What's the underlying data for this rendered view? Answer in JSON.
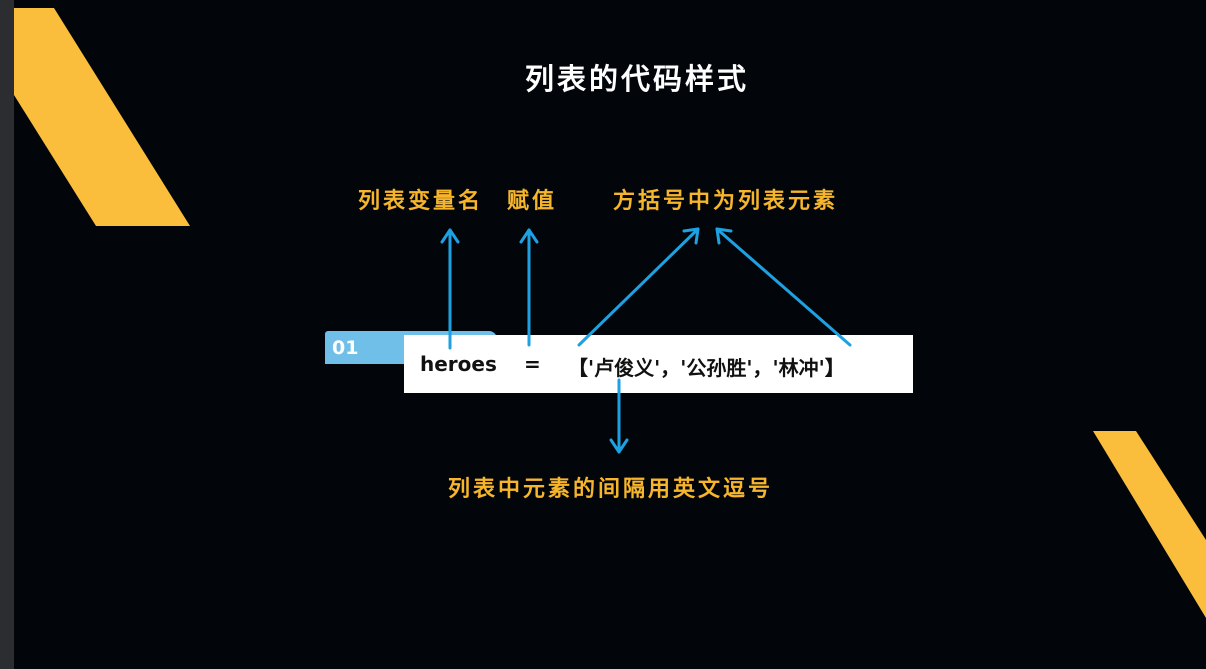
{
  "title": "列表的代码样式",
  "labels": {
    "variable_name": "列表变量名",
    "assignment": "赋值",
    "elements": "方括号中为列表元素",
    "comma_separator": "列表中元素的间隔用英文逗号"
  },
  "code": {
    "line_number": "01",
    "variable": "heroes",
    "operator": "=",
    "value": "【'卢俊义'，'公孙胜'，'林冲'】"
  },
  "colors": {
    "background": "#02060b",
    "accent_yellow": "#f7b52c",
    "arrow_blue": "#1da1e2",
    "tab_blue": "#6fbfe8",
    "title_white": "#ffffff"
  }
}
